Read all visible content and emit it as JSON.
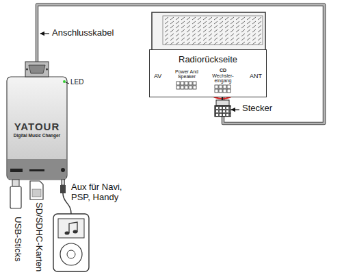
{
  "diagram": {
    "nodes": [
      {
        "text": [
          "YATOUR",
          "Digital Music Changer"
        ]
      },
      {
        "text": [
          "Radiorückseite"
        ]
      },
      {
        "text": [
          "Power And Speaker"
        ],
        "in": 1
      },
      {
        "text": [
          "CD",
          "Wechsler- eingang"
        ],
        "in": 1
      }
    ],
    "edges": [
      {
        "from": 0,
        "to": 3,
        "arrow": "none"
      }
    ],
    "labels": [
      "Anschlusskabel",
      "LED",
      "AV",
      "ANT",
      "Stecker",
      "USB-Sticks",
      "SD/SDHC-Karten",
      "Aux für Navi, PSP, Handy"
    ]
  }
}
